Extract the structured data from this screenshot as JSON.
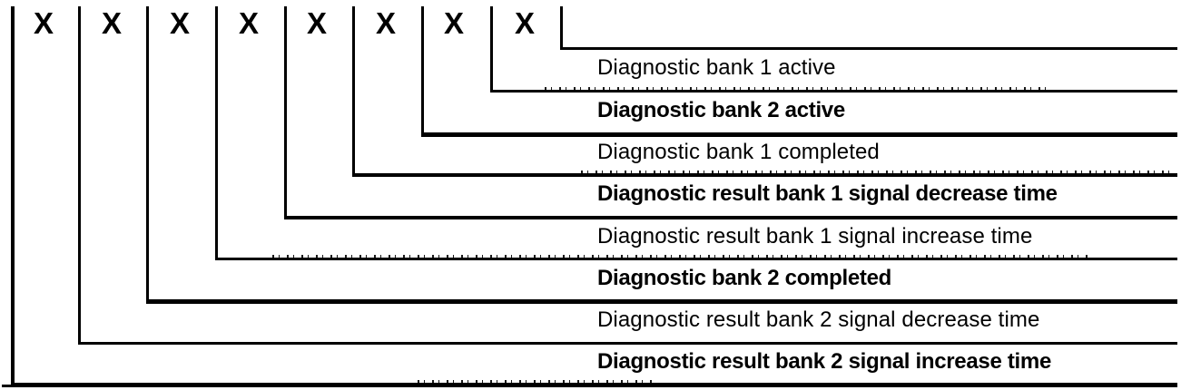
{
  "diagram": {
    "kind": "bit-assignment-legend",
    "colors": {
      "ink": "#000000",
      "background": "#ffffff"
    },
    "bit_markers": [
      "X",
      "X",
      "X",
      "X",
      "X",
      "X",
      "X",
      "X"
    ],
    "rows": [
      {
        "label": "Diagnostic bank 1 active",
        "bold": false
      },
      {
        "label": "Diagnostic bank 2 active",
        "bold": true
      },
      {
        "label": "Diagnostic bank 1 completed",
        "bold": false
      },
      {
        "label": "Diagnostic result bank 1 signal decrease time",
        "bold": true
      },
      {
        "label": "Diagnostic result bank 1 signal increase time",
        "bold": false
      },
      {
        "label": "Diagnostic bank 2 completed",
        "bold": true
      },
      {
        "label": "Diagnostic result bank 2 signal decrease time",
        "bold": false
      },
      {
        "label": "Diagnostic result bank 2 signal increase time",
        "bold": true
      }
    ]
  }
}
